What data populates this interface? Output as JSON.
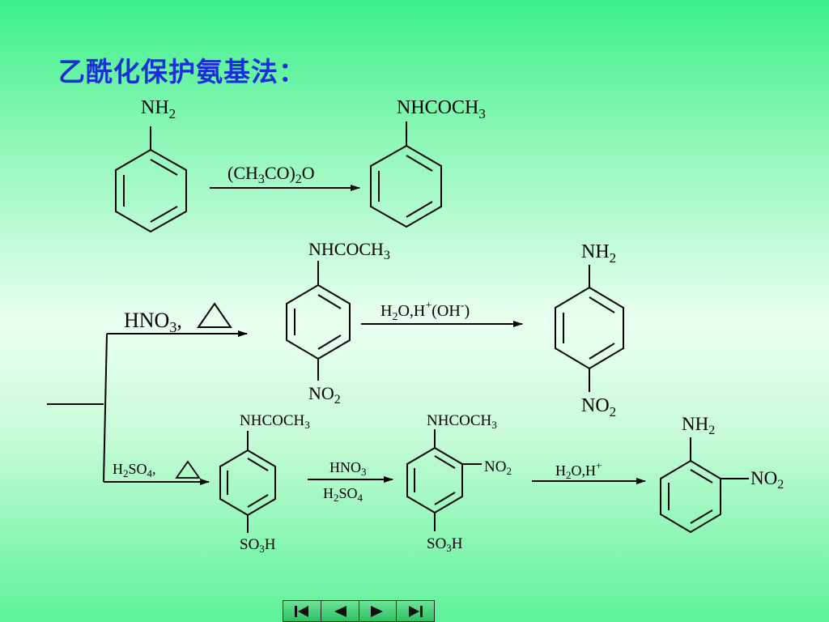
{
  "slide": {
    "title": "乙酰化保护氨基法："
  },
  "labels": {
    "aniline_sub": "NH",
    "aniline_sub_idx": "2",
    "reagent1_a": "(CH",
    "reagent1_b": "3",
    "reagent1_c": "CO)",
    "reagent1_d": "2",
    "reagent1_e": "O",
    "acetanilide_sub": "NHCOCH",
    "acetanilide_sub_idx": "3",
    "hno3_a": "HNO",
    "hno3_b": "3",
    "hno3_c": ",",
    "p_acetamido_top": "NHCOCH",
    "p_acetamido_top_idx": "3",
    "p_acetamido_bottom": "NO",
    "p_acetamido_bottom_idx": "2",
    "hydrolysis1_a": "H",
    "hydrolysis1_b": "2",
    "hydrolysis1_c": "O,H",
    "hydrolysis1_d": "+",
    "hydrolysis1_e": "(OH",
    "hydrolysis1_f": "-",
    "hydrolysis1_g": ")",
    "p_nitroaniline_top": "NH",
    "p_nitroaniline_top_idx": "2",
    "p_nitroaniline_bottom": "NO",
    "p_nitroaniline_bottom_idx": "2",
    "h2so4_a": "H",
    "h2so4_b": "2",
    "h2so4_c": "SO",
    "h2so4_d": "4",
    "h2so4_e": ",",
    "sulf_top": "NHCOCH",
    "sulf_top_idx": "3",
    "sulf_bottom_a": "SO",
    "sulf_bottom_b": "3",
    "sulf_bottom_c": "H",
    "nitration2_top_a": "HNO",
    "nitration2_top_b": "3",
    "nitration2_bot_a": "H",
    "nitration2_bot_b": "2",
    "nitration2_bot_c": "SO",
    "nitration2_bot_d": "4",
    "nitro_sulf_top": "NHCOCH",
    "nitro_sulf_top_idx": "3",
    "nitro_sulf_side": "NO",
    "nitro_sulf_side_idx": "2",
    "nitro_sulf_bottom_a": "SO",
    "nitro_sulf_bottom_b": "3",
    "nitro_sulf_bottom_c": "H",
    "hydrolysis2_a": "H",
    "hydrolysis2_b": "2",
    "hydrolysis2_c": "O,H",
    "hydrolysis2_d": "+",
    "o_nitroaniline_top": "NH",
    "o_nitroaniline_top_idx": "2",
    "o_nitroaniline_side": "NO",
    "o_nitroaniline_side_idx": "2"
  },
  "nav": {
    "buttons": [
      "first-slide-icon",
      "previous-slide-icon",
      "next-slide-icon",
      "last-slide-icon"
    ]
  }
}
